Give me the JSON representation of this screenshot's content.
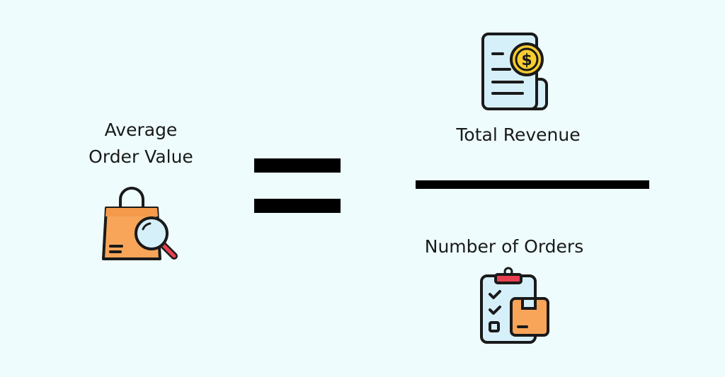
{
  "formula": {
    "lhs": {
      "line1": "Average",
      "line2": "Order Value",
      "icon": "shopping-bag-search-icon"
    },
    "numerator": {
      "label": "Total Revenue",
      "icon": "receipt-dollar-icon"
    },
    "denominator": {
      "label": "Number of Orders",
      "icon": "clipboard-package-icon"
    }
  },
  "colors": {
    "background": "#eefcfd",
    "orange": "#f8a55a",
    "light_blue": "#cfeef8",
    "yellow": "#f7cd2f",
    "red": "#e8404f",
    "stroke": "#1a1a1a"
  }
}
